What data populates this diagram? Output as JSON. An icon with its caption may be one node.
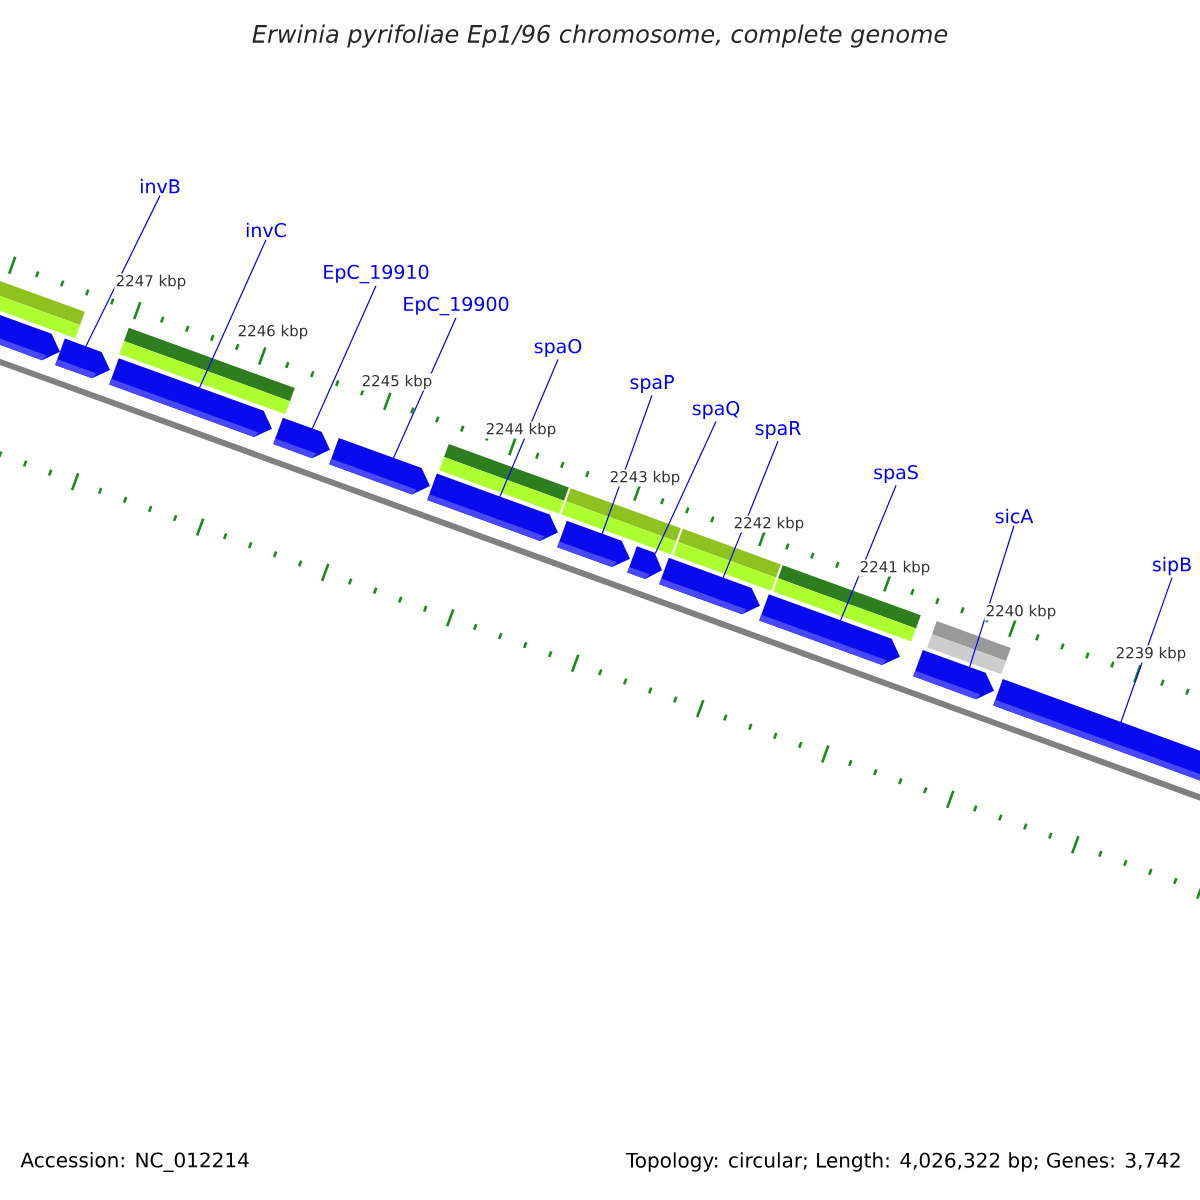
{
  "diagram": {
    "title": "Erwinia pyrifoliae Ep1/96 chromosome, complete genome",
    "nodes": [
      {
        "text": [
          "invB"
        ]
      },
      {
        "text": [
          "invC"
        ]
      },
      {
        "text": [
          "EpC_19910"
        ]
      },
      {
        "text": [
          "EpC_19900"
        ]
      },
      {
        "text": [
          "spaO"
        ]
      },
      {
        "text": [
          "spaP"
        ]
      },
      {
        "text": [
          "spaQ"
        ]
      },
      {
        "text": [
          "spaR"
        ]
      },
      {
        "text": [
          "spaS"
        ]
      },
      {
        "text": [
          "sicA"
        ]
      },
      {
        "text": [
          "sipB"
        ]
      },
      {
        "text": [],
        "shape": "box"
      },
      {
        "text": [],
        "shape": "box"
      },
      {
        "text": [],
        "shape": "box"
      },
      {
        "text": [],
        "shape": "box"
      },
      {
        "text": [],
        "shape": "box"
      },
      {
        "text": [],
        "shape": "box"
      },
      {
        "text": [],
        "shape": "box"
      },
      {
        "text": [],
        "shape": "box"
      },
      {
        "text": [],
        "shape": "box"
      },
      {
        "text": [],
        "shape": "box"
      },
      {
        "text": [],
        "shape": "box"
      },
      {
        "text": [],
        "shape": "box"
      }
    ],
    "edges": [
      {
        "from": 0,
        "to": 12,
        "arrow": "none"
      },
      {
        "from": 1,
        "to": 13,
        "arrow": "none"
      },
      {
        "from": 2,
        "to": 14,
        "arrow": "none"
      },
      {
        "from": 3,
        "to": 15,
        "arrow": "none"
      },
      {
        "from": 4,
        "to": 16,
        "arrow": "none"
      },
      {
        "from": 5,
        "to": 17,
        "arrow": "none"
      },
      {
        "from": 6,
        "to": 18,
        "arrow": "none"
      },
      {
        "from": 7,
        "to": 19,
        "arrow": "none"
      },
      {
        "from": 8,
        "to": 20,
        "arrow": "none"
      },
      {
        "from": 9,
        "to": 21,
        "arrow": "none"
      },
      {
        "from": 10,
        "to": 22,
        "arrow": "none"
      }
    ],
    "labels": [
      "2247 kbp",
      "2246 kbp",
      "2245 kbp",
      "2244 kbp",
      "2243 kbp",
      "2242 kbp",
      "2241 kbp",
      "2240 kbp",
      "2239 kbp",
      "Accession: NC_012214",
      "Topology: circular; Length: 4,026,322 bp; Genes: 3,742"
    ]
  }
}
